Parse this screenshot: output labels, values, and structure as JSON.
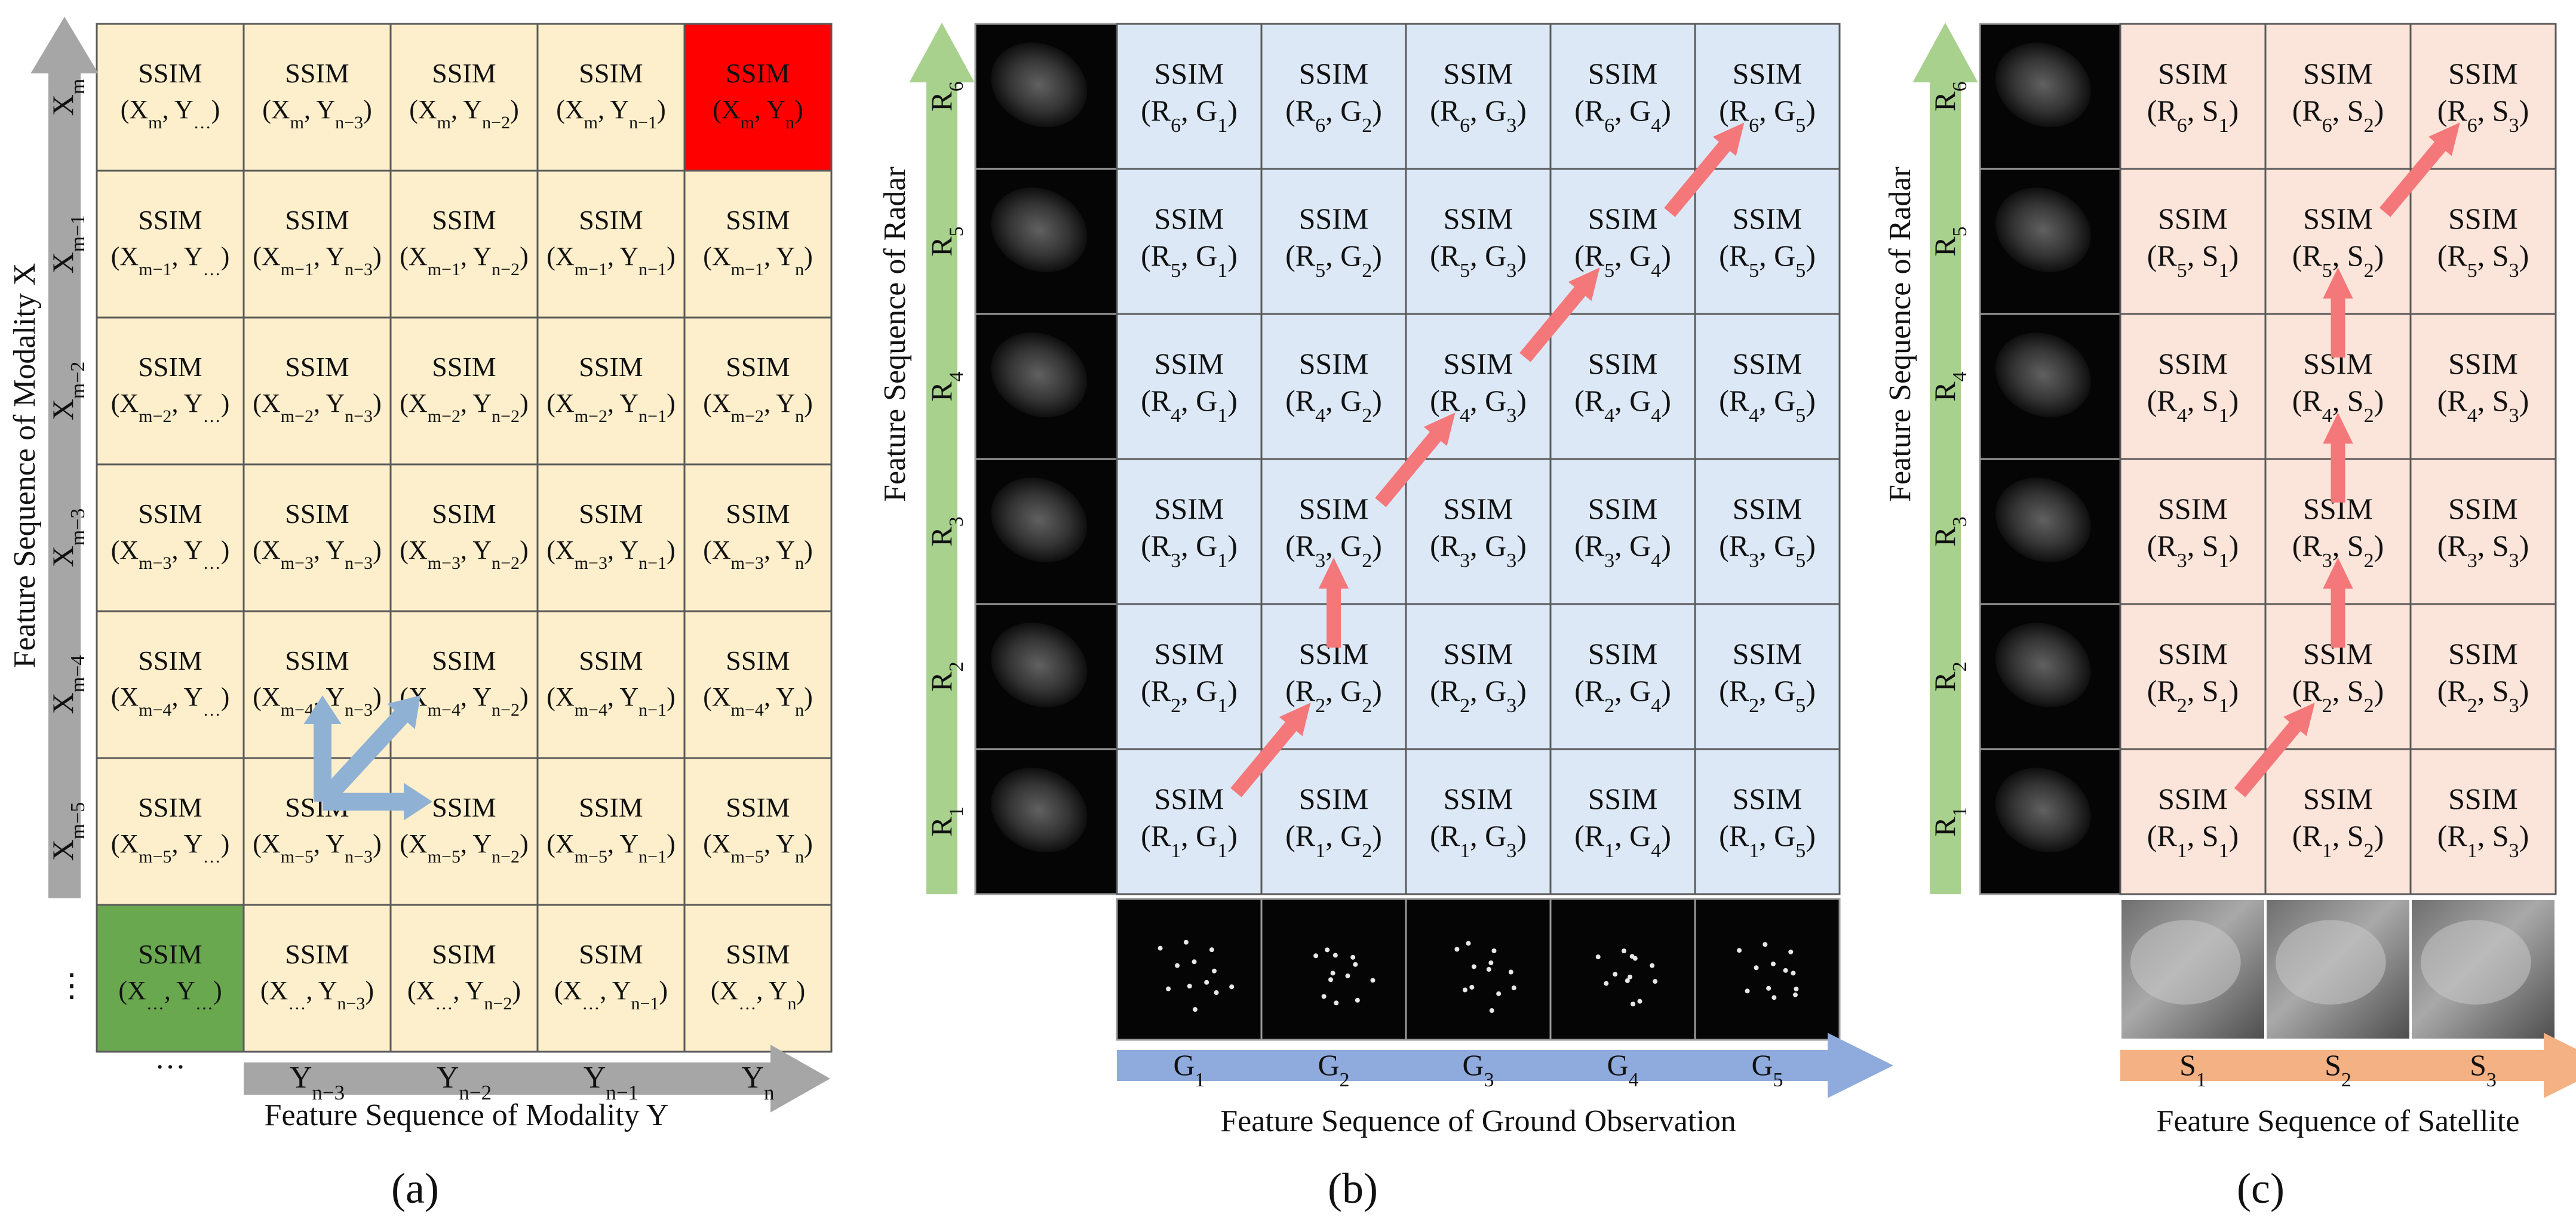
{
  "panel_a": {
    "label": "(a)",
    "cell_title": "SSIM",
    "cell_pairs": [
      [
        "(X_{m}, Y_{…})",
        "(X_{m}, Y_{n−3})",
        "(X_{m}, Y_{n−2})",
        "(X_{m}, Y_{n−1})",
        "(X_{m}, Y_{n})"
      ],
      [
        "(X_{m−1}, Y_{…})",
        "(X_{m−1}, Y_{n−3})",
        "(X_{m−1}, Y_{n−2})",
        "(X_{m−1}, Y_{n−1})",
        "(X_{m−1}, Y_{n})"
      ],
      [
        "(X_{m−2}, Y_{…})",
        "(X_{m−2}, Y_{n−3})",
        "(X_{m−2}, Y_{n−2})",
        "(X_{m−2}, Y_{n−1})",
        "(X_{m−2}, Y_{n})"
      ],
      [
        "(X_{m−3}, Y_{…})",
        "(X_{m−3}, Y_{n−3})",
        "(X_{m−3}, Y_{n−2})",
        "(X_{m−3}, Y_{n−1})",
        "(X_{m−3}, Y_{n})"
      ],
      [
        "(X_{m−4}, Y_{…})",
        "(X_{m−4}, Y_{n−3})",
        "(X_{m−4}, Y_{n−2})",
        "(X_{m−4}, Y_{n−1})",
        "(X_{m−4}, Y_{n})"
      ],
      [
        "(X_{m−5}, Y_{…})",
        "(X_{m−5}, Y_{n−3})",
        "(X_{m−5}, Y_{n−2})",
        "(X_{m−5}, Y_{n−1})",
        "(X_{m−5}, Y_{n})"
      ],
      [
        "(X_{…}, Y_{…})",
        "(X_{…}, Y_{n−3})",
        "(X_{…}, Y_{n−2})",
        "(X_{…}, Y_{n−1})",
        "(X_{…}, Y_{n})"
      ]
    ],
    "highlight_red": [
      0,
      4
    ],
    "highlight_green": [
      6,
      0
    ],
    "row_labels": [
      "X_{m}",
      "X_{m−1}",
      "X_{m−2}",
      "X_{m−3}",
      "X_{m−4}",
      "X_{m−5}",
      "⋮"
    ],
    "col_labels": [
      "…",
      "Y_{n−3}",
      "Y_{n−2}",
      "Y_{n−1}",
      "Y_{n}"
    ],
    "y_axis_title": "Feature Sequence of Modality X",
    "x_axis_title": "Feature Sequence of Modality Y",
    "cell_color": "#fdefcb",
    "red_color": "#ff0000",
    "green_color": "#6aa84f",
    "axis_arrow_color": "#a6a6a6",
    "step_arrow_color": "#8fb2d4"
  },
  "panel_b": {
    "label": "(b)",
    "cell_title": "SSIM",
    "rows": [
      "R_{6}",
      "R_{5}",
      "R_{4}",
      "R_{3}",
      "R_{2}",
      "R_{1}"
    ],
    "cols": [
      "G_{1}",
      "G_{2}",
      "G_{3}",
      "G_{4}",
      "G_{5}"
    ],
    "y_axis_title": "Feature Sequence of Radar",
    "x_axis_title": "Feature Sequence of Ground Observation",
    "path": [
      [
        5,
        0
      ],
      [
        4,
        1
      ],
      [
        3,
        1
      ],
      [
        2,
        2
      ],
      [
        1,
        3
      ],
      [
        0,
        4
      ]
    ],
    "cell_color": "#dce8f6",
    "y_arrow_color": "#a9d18e",
    "x_arrow_color": "#8faadc",
    "path_color": "#f4777a"
  },
  "panel_c": {
    "label": "(c)",
    "cell_title": "SSIM",
    "rows": [
      "R_{6}",
      "R_{5}",
      "R_{4}",
      "R_{3}",
      "R_{2}",
      "R_{1}"
    ],
    "cols": [
      "S_{1}",
      "S_{2}",
      "S_{3}"
    ],
    "y_axis_title": "Feature Sequence of Radar",
    "x_axis_title": "Feature Sequence of Satellite",
    "path": [
      [
        5,
        0
      ],
      [
        4,
        1
      ],
      [
        3,
        1
      ],
      [
        2,
        1
      ],
      [
        1,
        1
      ],
      [
        0,
        2
      ]
    ],
    "cell_color": "#fbe4d9",
    "y_arrow_color": "#a9d18e",
    "x_arrow_color": "#f4b183",
    "path_color": "#f4777a"
  }
}
